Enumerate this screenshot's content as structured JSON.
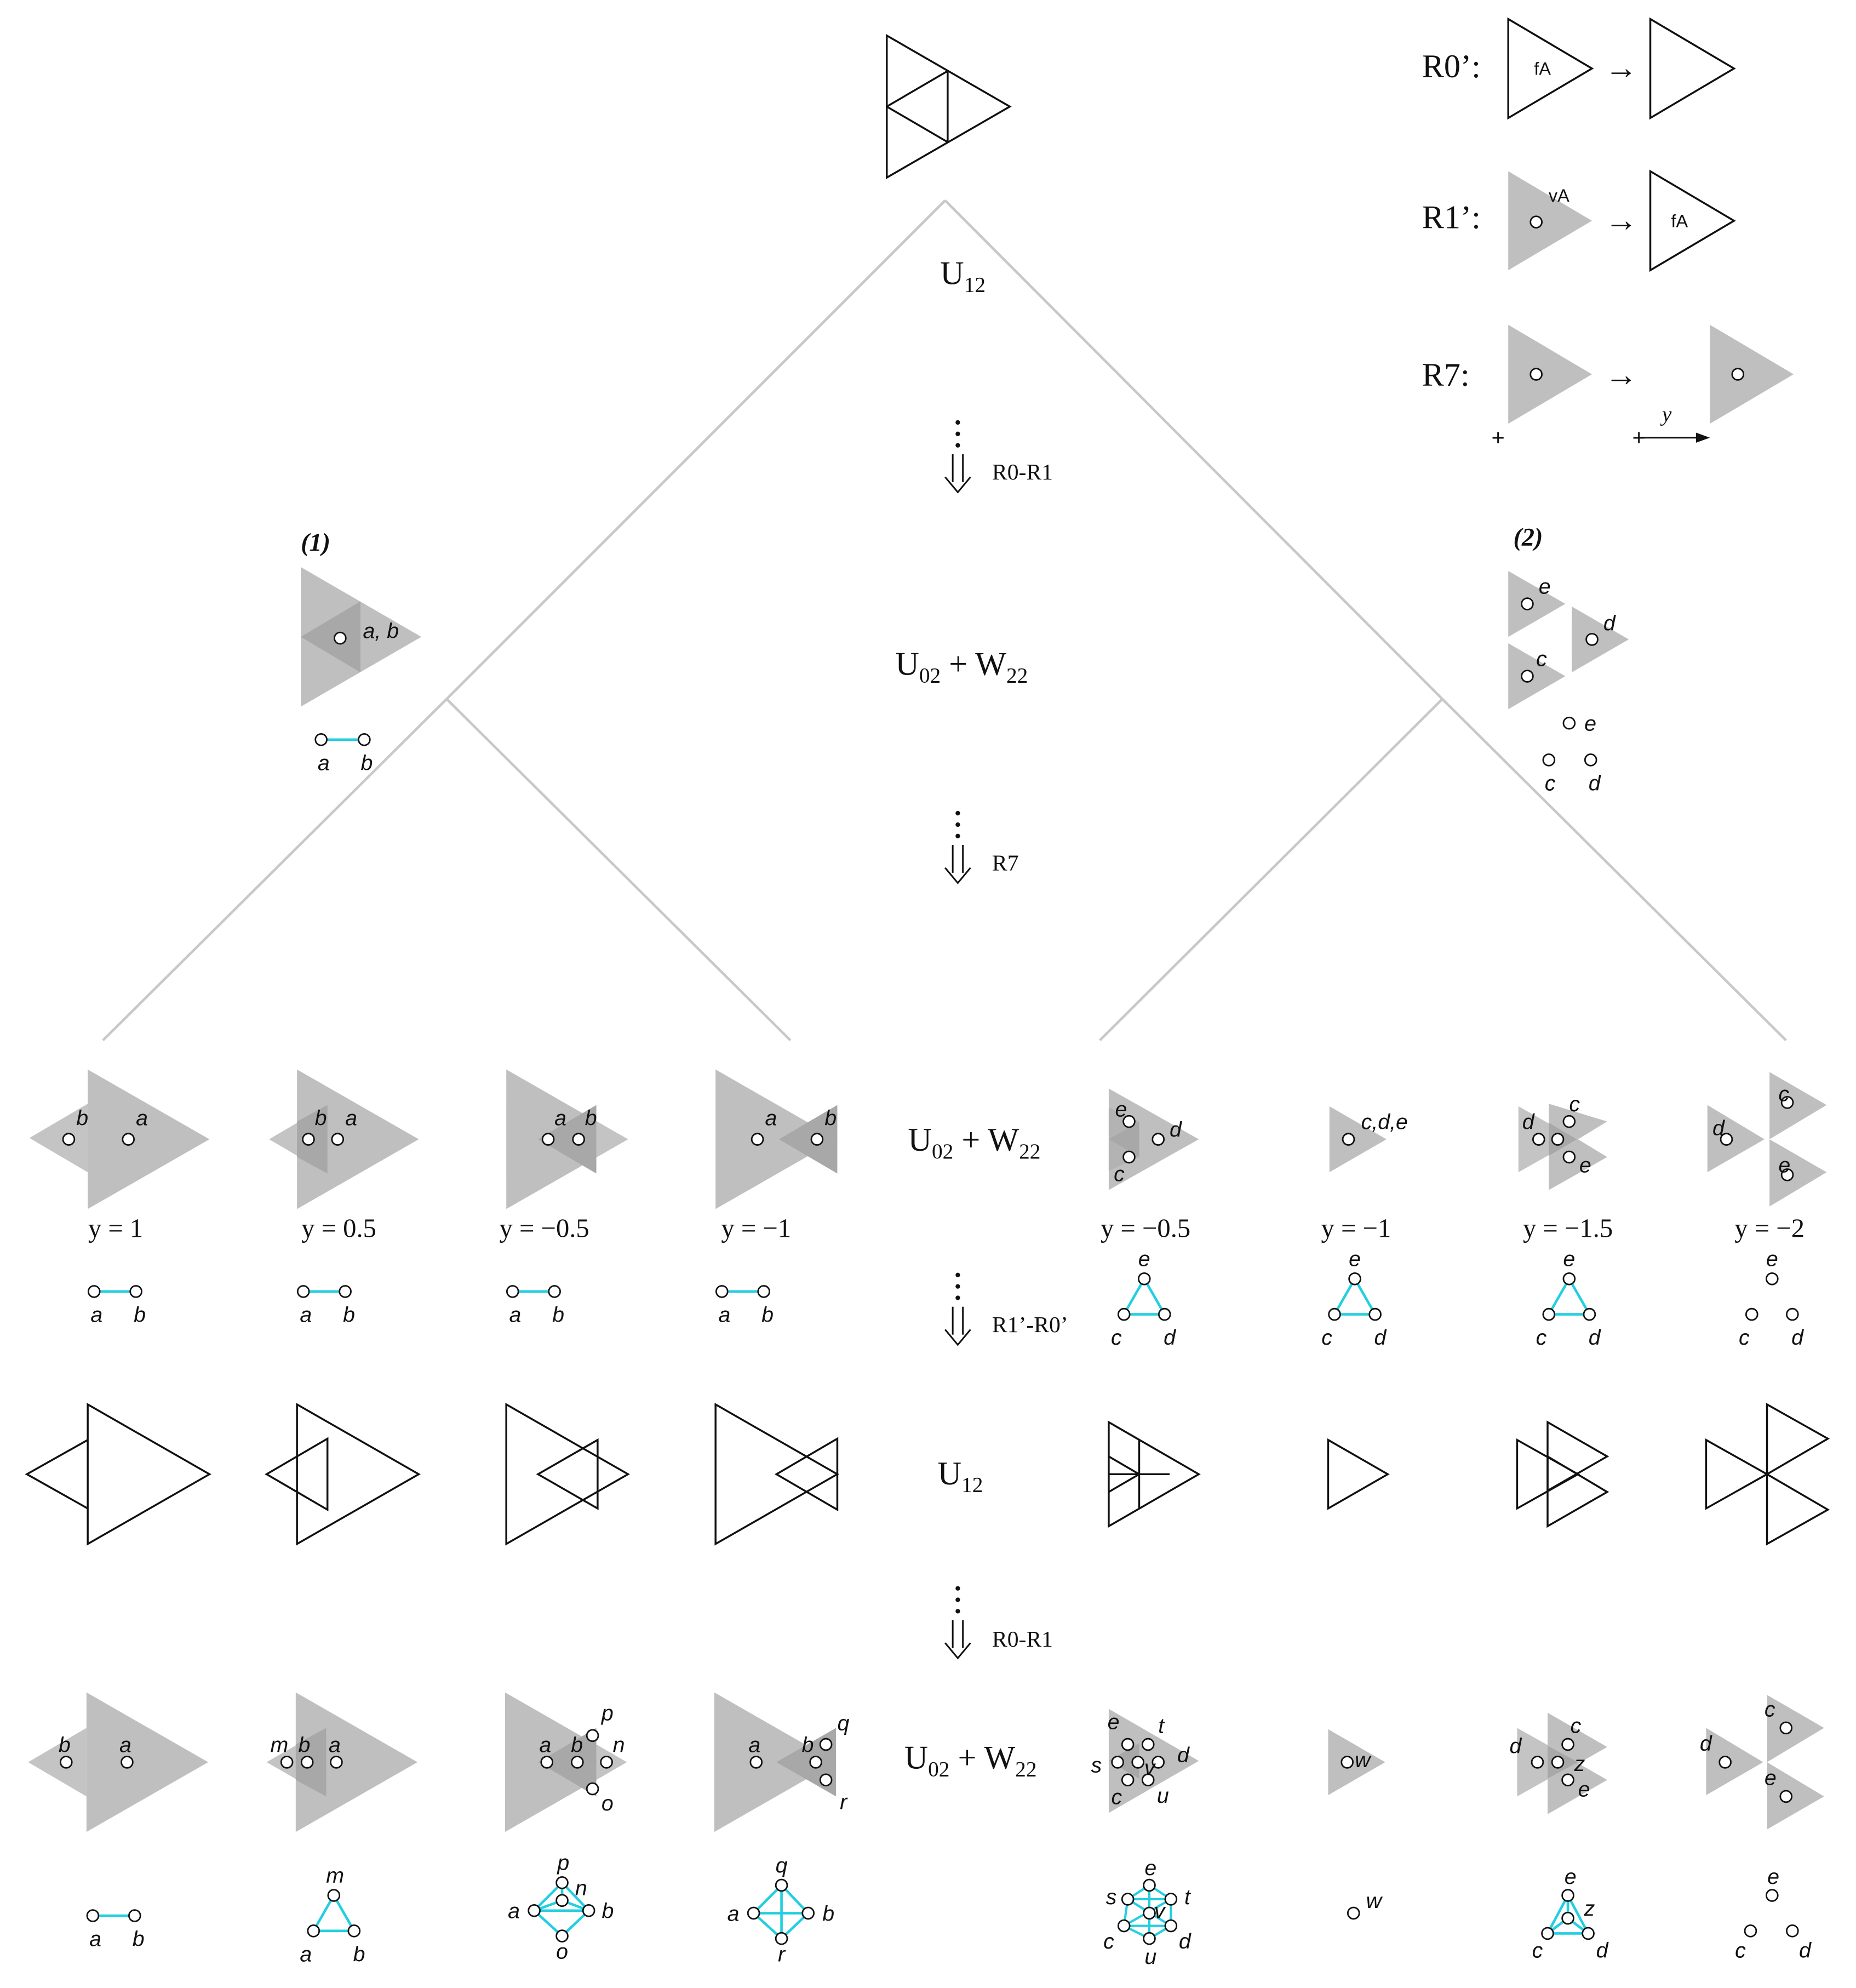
{
  "colors": {
    "shade": "#bfbfbf",
    "line": "#c8c8c8",
    "edge": "#22cfe0",
    "ink": "#111111"
  },
  "rules": {
    "r0": {
      "label": "R0’:",
      "fa_left": "fA"
    },
    "r1": {
      "label": "R1’:",
      "va": "vA",
      "fa_right": "fA"
    },
    "r7": {
      "label": "R7:",
      "y": "y",
      "plus_left": "+",
      "plus_right": "+"
    },
    "arrow": "→"
  },
  "center": {
    "u12_top": "U12",
    "step1": "R0-R1",
    "u02w22_top": "U02 + W22",
    "step2": "R7",
    "u02w22_mid": "U02 + W22",
    "step3": "R1’-R0’",
    "u12_mid": "U12",
    "step4": "R0-R1",
    "u02w22_bottom": "U02 + W22"
  },
  "cases": {
    "c1": {
      "title": "(1)",
      "label": "a, b",
      "ga": "a",
      "gb": "b"
    },
    "c2": {
      "title": "(2)",
      "e": "e",
      "d": "d",
      "c": "c",
      "ge": "e",
      "gc": "c",
      "gd": "d"
    }
  },
  "y_labels": [
    "y = 1",
    "y = 0.5",
    "y = −0.5",
    "y = −1",
    "y = −0.5",
    "y = −1",
    "y = −1.5",
    "y = −2"
  ],
  "letters": {
    "a": "a",
    "b": "b",
    "c": "c",
    "d": "d",
    "e": "e",
    "m": "m",
    "n": "n",
    "o": "o",
    "p": "p",
    "q": "q",
    "r": "r",
    "s": "s",
    "t": "t",
    "u": "u",
    "v": "v",
    "w": "w",
    "z": "z",
    "cde": "c,d,e"
  }
}
